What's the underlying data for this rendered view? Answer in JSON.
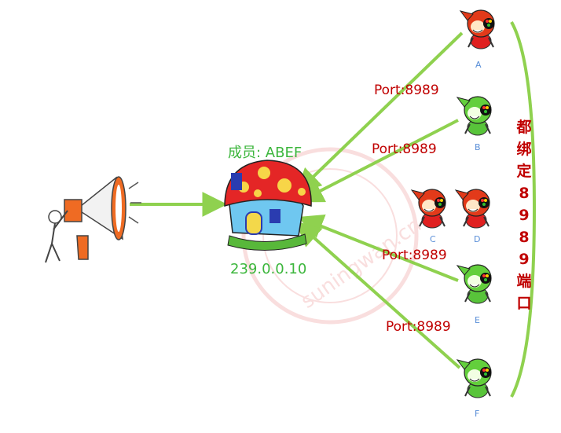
{
  "group": {
    "title": "成员: ABEF",
    "address": "239.0.0.10"
  },
  "ports": [
    "Port:8989",
    "Port:8989",
    "Port:8989",
    "Port:8989"
  ],
  "nodes": [
    {
      "letter": "A",
      "color": "red",
      "bound": true
    },
    {
      "letter": "B",
      "color": "green",
      "bound": true
    },
    {
      "letter": "C",
      "color": "red",
      "bound": false
    },
    {
      "letter": "D",
      "color": "red",
      "bound": false
    },
    {
      "letter": "E",
      "color": "green",
      "bound": true
    },
    {
      "letter": "F",
      "color": "green",
      "bound": true
    }
  ],
  "bracket_label": [
    "都",
    "绑",
    "定",
    "8",
    "9",
    "8",
    "9",
    "端",
    "口"
  ],
  "watermark": "suningwan.cn",
  "colors": {
    "arrow": "#8fd14f",
    "port_text": "#c00000",
    "group_text": "#3cb63c",
    "letter": "#5a8fd8"
  }
}
